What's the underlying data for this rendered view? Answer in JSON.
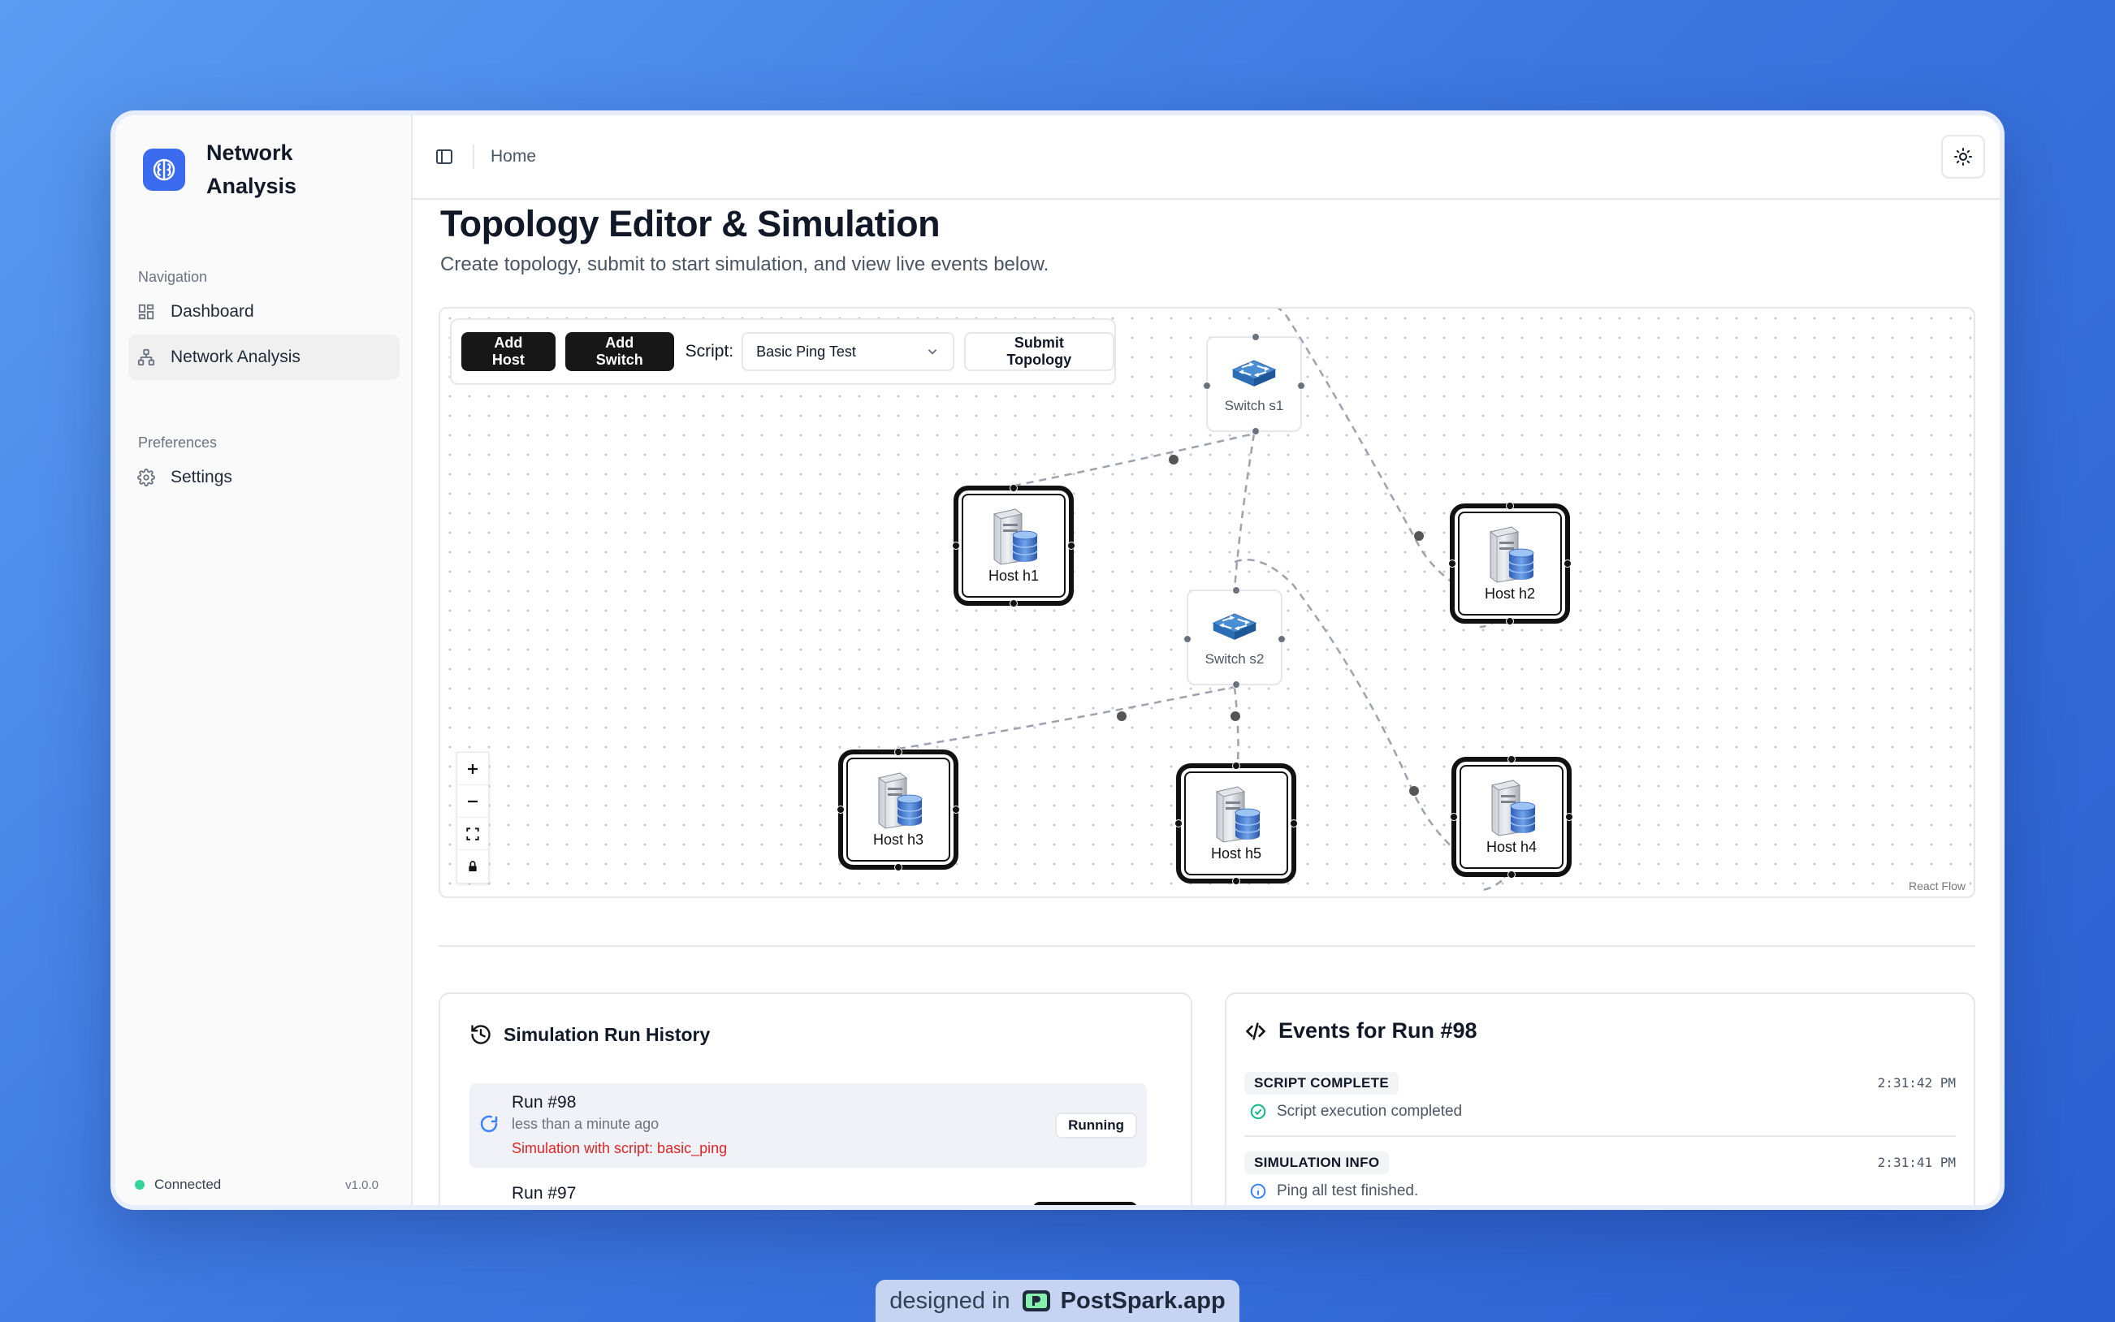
{
  "app": {
    "name": "Network Analysis",
    "version": "v1.0.0",
    "status": "Connected"
  },
  "sidebar": {
    "sections": [
      {
        "heading": "Navigation",
        "items": [
          {
            "label": "Dashboard",
            "icon": "dashboard-grid-icon"
          },
          {
            "label": "Network Analysis",
            "icon": "network-icon",
            "active": true
          }
        ]
      },
      {
        "heading": "Preferences",
        "items": [
          {
            "label": "Settings",
            "icon": "gear-icon"
          }
        ]
      }
    ]
  },
  "header": {
    "breadcrumb": "Home"
  },
  "page": {
    "title": "Topology Editor & Simulation",
    "subtitle": "Create topology, submit to start simulation, and view live events below."
  },
  "toolbar": {
    "add_host": "Add Host",
    "add_switch": "Add Switch",
    "script_label": "Script:",
    "script_selected": "Basic Ping Test",
    "submit": "Submit Topology"
  },
  "topology": {
    "switches": [
      "Switch s1",
      "Switch s2"
    ],
    "hosts": [
      "Host h1",
      "Host h2",
      "Host h3",
      "Host h5",
      "Host h4"
    ],
    "attribution": "React Flow"
  },
  "history": {
    "title": "Simulation Run History",
    "runs": [
      {
        "name": "Run #98",
        "time": "less than a minute ago",
        "description": "Simulation with script: basic_ping",
        "status": "Running"
      },
      {
        "name": "Run #97"
      }
    ]
  },
  "events": {
    "title": "Events for Run #98",
    "items": [
      {
        "type": "SCRIPT COMPLETE",
        "time": "2:31:42 PM",
        "message": "Script execution completed",
        "icon": "check-circle-icon"
      },
      {
        "type": "SIMULATION INFO",
        "time": "2:31:41 PM",
        "message": "Ping all test finished.",
        "icon": "info-circle-icon"
      }
    ]
  },
  "watermark": {
    "prefix": "designed in",
    "brand": "PostSpark.app"
  },
  "colors": {
    "accent": "#3b6cf0",
    "background": "#3d78e0",
    "error": "#dc2626",
    "success": "#10b981",
    "info": "#3b82f6"
  }
}
